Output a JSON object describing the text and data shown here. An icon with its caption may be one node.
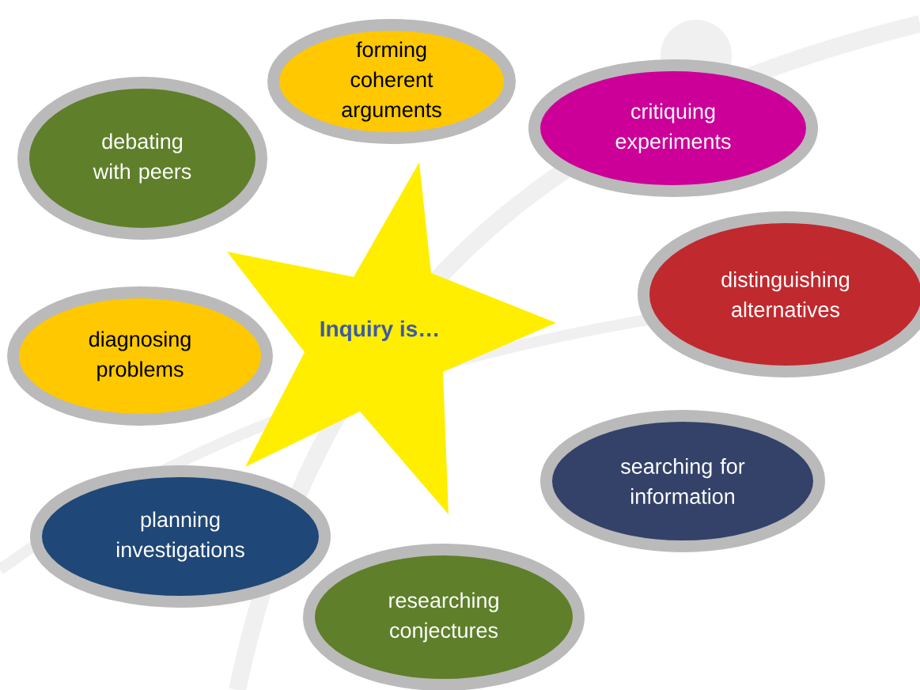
{
  "diagram": {
    "nodes": [
      {
        "text": [
          "forming coherent arguments"
        ]
      },
      {
        "text": [
          "debating with peers"
        ]
      },
      {
        "text": [
          "critiquing experiments"
        ]
      },
      {
        "text": [
          "distinguishing alternatives"
        ]
      },
      {
        "text": [
          "Inquiry is…"
        ]
      },
      {
        "text": [
          "diagnosing problems"
        ]
      },
      {
        "text": [
          "searching for information"
        ]
      },
      {
        "text": [
          "planning investigations"
        ]
      },
      {
        "text": [
          "researching conjectures"
        ]
      }
    ]
  }
}
